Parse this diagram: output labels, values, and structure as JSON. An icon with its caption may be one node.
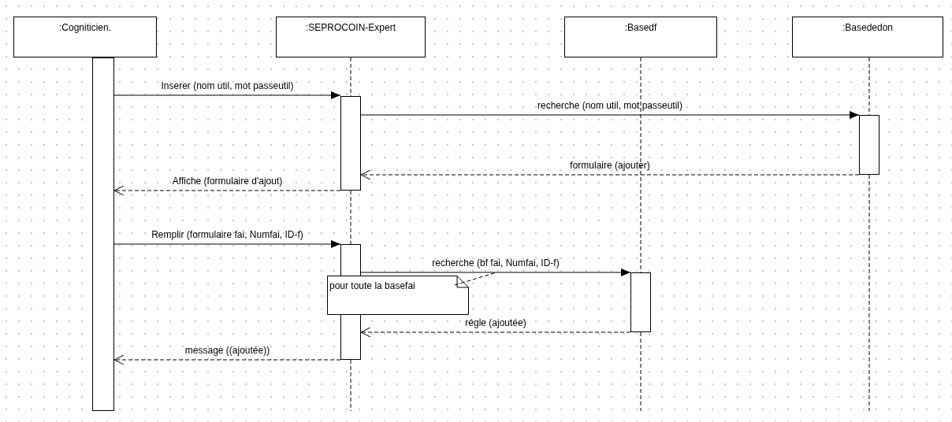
{
  "diagram": {
    "nodes": [
      {
        "text": [
          ":Cogniticien."
        ]
      },
      {
        "text": [
          ":SEPROCOIN-Expert"
        ]
      },
      {
        "text": [
          ":Basedf"
        ]
      },
      {
        "text": [
          ":Basededon"
        ]
      },
      {
        "text": [],
        "shape": "bar"
      },
      {
        "text": [],
        "shape": "bar"
      },
      {
        "text": [],
        "shape": "bar"
      },
      {
        "text": [],
        "shape": "bar"
      },
      {
        "text": [],
        "shape": "bar"
      },
      {
        "text": [
          "pour toute la basefai"
        ]
      }
    ],
    "edges": [
      {
        "from": 4,
        "to": 5,
        "arrow": "to",
        "label": "Inserer (nom util, mot passeutil)"
      },
      {
        "from": 5,
        "to": 6,
        "arrow": "to",
        "label": "recherche (nom util, mot passeutil)"
      },
      {
        "from": 6,
        "to": 5,
        "arrow": "to",
        "label": "formulaire (ajouter)",
        "style": "dashed"
      },
      {
        "from": 5,
        "to": 4,
        "arrow": "to",
        "label": "Affiche (formulaire d'ajout)",
        "style": "dashed"
      },
      {
        "from": 4,
        "to": 7,
        "arrow": "to",
        "label": "Remplir (formulaire fai, Numfai, ID-f)"
      },
      {
        "from": 7,
        "to": 8,
        "arrow": "to",
        "label": "recherche (bf  fai, Numfai, ID-f)"
      },
      {
        "from": 8,
        "to": 7,
        "arrow": "to",
        "label": "régle (ajoutée)",
        "style": "dashed"
      },
      {
        "from": 7,
        "to": 4,
        "arrow": "to",
        "label": "message ((ajoutée))",
        "style": "dashed"
      },
      {
        "from": 9,
        "to": null,
        "arrow": "none",
        "style": "dashed"
      },
      {
        "from": 1,
        "to": 5,
        "arrow": "none",
        "style": "dashed"
      },
      {
        "from": 5,
        "to": 7,
        "arrow": "none",
        "style": "dashed"
      },
      {
        "from": 7,
        "to": null,
        "arrow": "none",
        "style": "dashed"
      },
      {
        "from": 2,
        "to": 8,
        "arrow": "none",
        "style": "dashed"
      },
      {
        "from": 8,
        "to": null,
        "arrow": "none",
        "style": "dashed"
      },
      {
        "from": 3,
        "to": 6,
        "arrow": "none",
        "style": "dashed"
      },
      {
        "from": 6,
        "to": null,
        "arrow": "none",
        "style": "dashed"
      }
    ]
  }
}
